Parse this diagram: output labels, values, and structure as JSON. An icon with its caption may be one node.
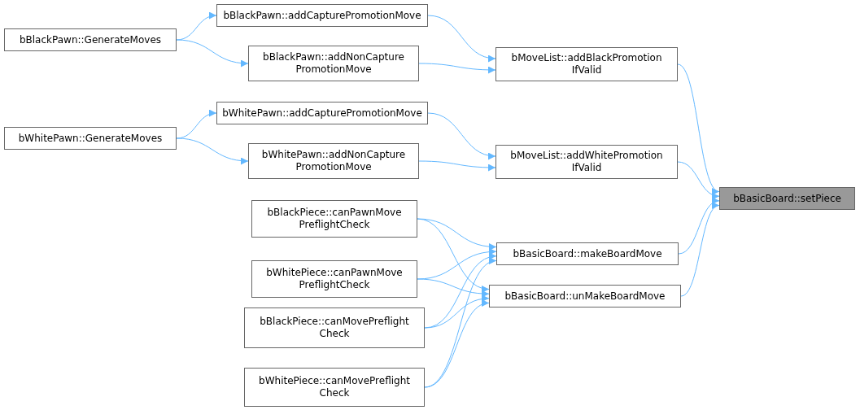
{
  "diagram": {
    "nodes": [
      {
        "text": [
          "bBasicBoard::setPiece"
        ]
      },
      {
        "text": [
          "bMoveList::addBlackPromotion IfValid"
        ]
      },
      {
        "text": [
          "bMoveList::addWhitePromotion IfValid"
        ]
      },
      {
        "text": [
          "bBasicBoard::makeBoardMove"
        ]
      },
      {
        "text": [
          "bBasicBoard::unMakeBoardMove"
        ]
      },
      {
        "text": [
          "bBlackPawn::addCapturePromotionMove"
        ]
      },
      {
        "text": [
          "bBlackPawn::addNonCapture PromotionMove"
        ]
      },
      {
        "text": [
          "bWhitePawn::addCapturePromotionMove"
        ]
      },
      {
        "text": [
          "bWhitePawn::addNonCapture PromotionMove"
        ]
      },
      {
        "text": [
          "bBlackPiece::canPawnMove PreflightCheck"
        ]
      },
      {
        "text": [
          "bWhitePiece::canPawnMove PreflightCheck"
        ]
      },
      {
        "text": [
          "bBlackPiece::canMovePreflight Check"
        ]
      },
      {
        "text": [
          "bWhitePiece::canMovePreflight Check"
        ]
      },
      {
        "text": [
          "bBlackPawn::GenerateMoves"
        ]
      },
      {
        "text": [
          "bWhitePawn::GenerateMoves"
        ]
      }
    ],
    "edges": [
      {
        "from": 1,
        "to": 0,
        "arrow": "to"
      },
      {
        "from": 2,
        "to": 0,
        "arrow": "to"
      },
      {
        "from": 3,
        "to": 0,
        "arrow": "to"
      },
      {
        "from": 4,
        "to": 0,
        "arrow": "to"
      },
      {
        "from": 5,
        "to": 1,
        "arrow": "to"
      },
      {
        "from": 6,
        "to": 1,
        "arrow": "to"
      },
      {
        "from": 7,
        "to": 2,
        "arrow": "to"
      },
      {
        "from": 8,
        "to": 2,
        "arrow": "to"
      },
      {
        "from": 13,
        "to": 5,
        "arrow": "to"
      },
      {
        "from": 13,
        "to": 6,
        "arrow": "to"
      },
      {
        "from": 14,
        "to": 7,
        "arrow": "to"
      },
      {
        "from": 14,
        "to": 8,
        "arrow": "to"
      },
      {
        "from": 9,
        "to": 3,
        "arrow": "to"
      },
      {
        "from": 9,
        "to": 4,
        "arrow": "to"
      },
      {
        "from": 10,
        "to": 3,
        "arrow": "to"
      },
      {
        "from": 10,
        "to": 4,
        "arrow": "to"
      },
      {
        "from": 11,
        "to": 3,
        "arrow": "to"
      },
      {
        "from": 11,
        "to": 4,
        "arrow": "to"
      },
      {
        "from": 12,
        "to": 3,
        "arrow": "to"
      },
      {
        "from": 12,
        "to": 4,
        "arrow": "to"
      }
    ]
  }
}
